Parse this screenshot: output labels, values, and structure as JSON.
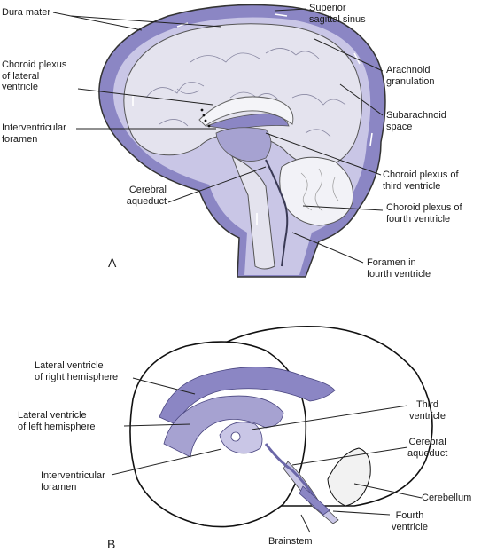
{
  "panel_a": {
    "letter": "A",
    "labels": {
      "dura_mater": "Dura mater",
      "superior_sagittal_sinus": "Superior\nsagittal sinus",
      "choroid_plexus_lateral": "Choroid plexus\nof lateral\nventricle",
      "arachnoid_granulation": "Arachnoid\ngranulation",
      "subarachnoid_space": "Subarachnoid\nspace",
      "interventricular_foramen": "Interventricular\nforamen",
      "choroid_plexus_third": "Choroid plexus of\nthird ventricle",
      "cerebral_aqueduct": "Cerebral\naqueduct",
      "choroid_plexus_fourth": "Choroid plexus of\nfourth ventricle",
      "foramen_fourth": "Foramen in\nfourth ventricle"
    }
  },
  "panel_b": {
    "letter": "B",
    "labels": {
      "lateral_right": "Lateral ventricle\nof right hemisphere",
      "third_ventricle": "Third\nventricle",
      "lateral_left": "Lateral ventricle\nof left hemisphere",
      "cerebral_aqueduct": "Cerebral\naqueduct",
      "interventricular_foramen": "Interventricular\nforamen",
      "cerebellum": "Cerebellum",
      "fourth_ventricle": "Fourth\nventricle",
      "brainstem": "Brainstem"
    }
  },
  "colors": {
    "ventricle_fill": "#8b86c4",
    "ventricle_light": "#c9c6e6",
    "brain_fill": "#e4e3ee",
    "outline": "#333333"
  }
}
